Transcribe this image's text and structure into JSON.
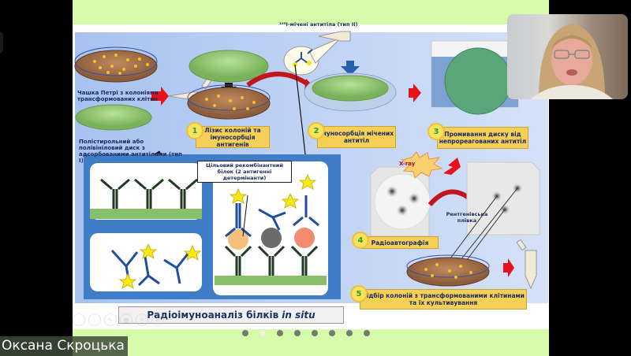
{
  "participant": {
    "name": "Оксана Скроцька"
  },
  "slide": {
    "title_main": "Радіоімуноаналіз білків",
    "title_italic": "in situ",
    "labels": {
      "petri": "Чашка Петрі з колоніями трансформованих клітин",
      "disk": "Полістирольний або полівініловий диск з адсорбованими антитілами (тип I)",
      "labeled_antibodies": "¹²⁵I-мічені антитіла (тип II)",
      "target_protein": "Цільовий рекомбінантний білок (2 антигенні детермінанти)",
      "xray": "X-ray",
      "film": "Рентгенівська плівка"
    },
    "steps": [
      {
        "num": "1",
        "text": "Лізис колоній та імуносорбція антигенів"
      },
      {
        "num": "2",
        "text": "Імуносорбція мічених антитіл"
      },
      {
        "num": "3",
        "text": "Промивання диску від непрореагованих антитіл"
      },
      {
        "num": "4",
        "text": "Радіоавтографія"
      },
      {
        "num": "5",
        "text": "Відбір колоній з трансформованими клітинами та їх культивування"
      }
    ],
    "colors": {
      "band": "#d6fbab",
      "step_fill": "#f6cf57",
      "panel_blue": "#3f7ec6",
      "arrow_red": "#e8121d"
    }
  },
  "navigation": {
    "dots_total": 8,
    "active_dot": 2
  },
  "controls": [
    "prev-icon",
    "next-icon",
    "pen-icon",
    "slides-icon",
    "zoom-icon",
    "more-icon"
  ]
}
